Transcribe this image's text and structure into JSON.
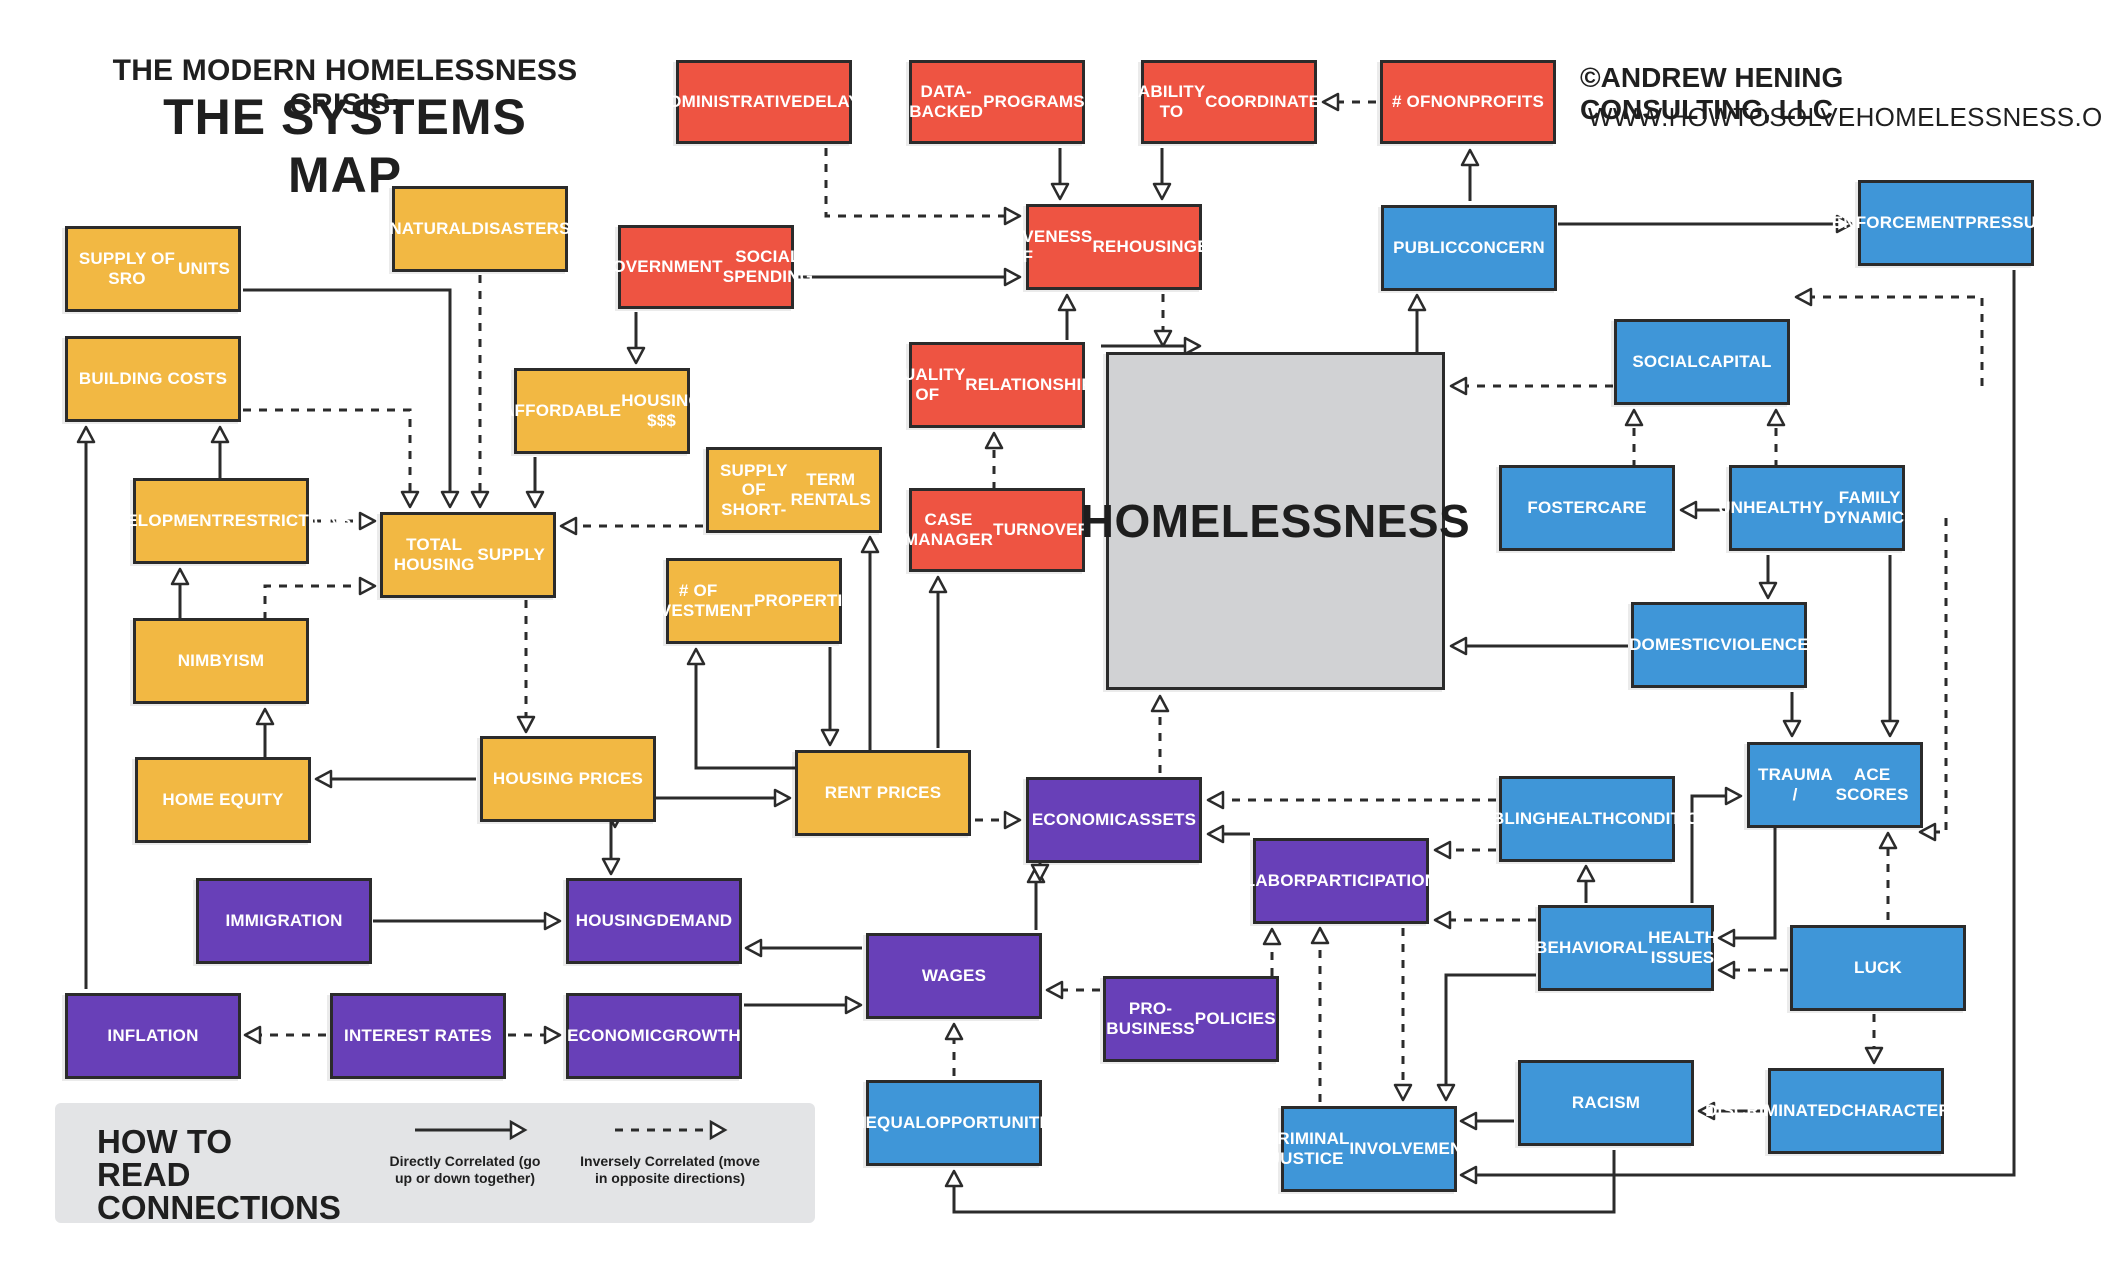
{
  "header": {
    "title_line1": "THE MODERN HOMELESSNESS CRISIS:",
    "title_line2": "THE SYSTEMS MAP",
    "copyright": "©ANDREW HENING CONSULTING, LLC",
    "website": "WWW.HOWTOSOLVEHOMELESSNESS.ORG"
  },
  "colors": {
    "red": "#ee5442",
    "yellow": "#f2b843",
    "blue": "#3f96d8",
    "purple": "#6840b8",
    "grey": "#d1d2d4",
    "ink": "#2b2b2b"
  },
  "legend": {
    "title_line1": "HOW TO READ",
    "title_line2": "CONNECTIONS",
    "direct_line1": "Directly Correlated (go",
    "direct_line2": "up or down together)",
    "inverse_line1": "Inversely Correlated (move",
    "inverse_line2": "in opposite directions)"
  },
  "nodes": {
    "admin_delays": [
      "ADMINISTRATIVE",
      "DELAYS"
    ],
    "data_backed": [
      "DATA-BACKED",
      "PROGRAMS"
    ],
    "ability_coord": [
      "ABILITY TO",
      "COORDINATE"
    ],
    "num_nonprofits": [
      "# OF",
      "NONPROFITS"
    ],
    "effectiveness": [
      "EFFECTIVENESS OF",
      "REHOUSING",
      "EFFORTS"
    ],
    "gov_spending": [
      "GOVERNMENT",
      "SOCIAL SPENDING"
    ],
    "quality_rel": [
      "QUALITY OF",
      "RELATIONSHIPS"
    ],
    "case_mgr": [
      "CASE MANAGER",
      "TURNOVER"
    ],
    "public_concern": [
      "PUBLIC",
      "CONCERN"
    ],
    "enforcement": [
      "ENFORCEMENT",
      "PRESSURE"
    ],
    "homelessness": [
      "HOMELESSNESS"
    ],
    "sro_units": [
      "SUPPLY OF SRO",
      "UNITS"
    ],
    "natural_disasters": [
      "NATURAL",
      "DISASTERS"
    ],
    "building_costs": [
      "BUILDING COSTS"
    ],
    "affordable_housing": [
      "AFFORDABLE",
      "HOUSING $$$"
    ],
    "dev_restrictions": [
      "DEVELOPMENT",
      "RESTRICTIONS"
    ],
    "total_housing": [
      "TOTAL HOUSING",
      "SUPPLY"
    ],
    "short_term": [
      "SUPPLY OF SHORT-",
      "TERM RENTALS"
    ],
    "investment_props": [
      "# OF INVESTMENT",
      "PROPERTIES"
    ],
    "nimbyism": [
      "NIMBYism"
    ],
    "home_equity": [
      "HOME EQUITY"
    ],
    "housing_prices": [
      "HOUSING PRICES"
    ],
    "rent_prices": [
      "RENT PRICES"
    ],
    "economic_assets": [
      "ECONOMIC",
      "ASSETS"
    ],
    "immigration": [
      "IMMIGRATION"
    ],
    "housing_demand": [
      "HOUSING",
      "DEMAND"
    ],
    "inflation": [
      "INFLATION"
    ],
    "interest_rates": [
      "INTEREST RATES"
    ],
    "economic_growth": [
      "ECONOMIC",
      "GROWTH"
    ],
    "wages": [
      "WAGES"
    ],
    "unequal_opps": [
      "UNEQUAL",
      "OPPORTUNITIES"
    ],
    "pro_business": [
      "PRO-BUSINESS",
      "POLICIES"
    ],
    "labor_participation": [
      "LABOR",
      "PARTICIPATION"
    ],
    "social_capital": [
      "SOCIAL",
      "CAPITAL"
    ],
    "foster_care": [
      "FOSTER",
      "CARE"
    ],
    "unhealthy_family": [
      "UNHEALTHY",
      "FAMILY DYNAMICS"
    ],
    "domestic_violence": [
      "DOMESTIC",
      "VIOLENCE"
    ],
    "trauma": [
      "TRAUMA /",
      "ACE SCORES"
    ],
    "disabling_health": [
      "DISABLING",
      "HEALTH",
      "CONDITIONS"
    ],
    "behavioral_health": [
      "BEHAVIORAL",
      "HEALTH ISSUES"
    ],
    "luck": [
      "LUCK"
    ],
    "criminal_justice": [
      "CRIMINAL JUSTICE",
      "INVOLVEMENT"
    ],
    "racism": [
      "RACISM"
    ],
    "discriminated": [
      "DISCRIMINATED",
      "CHARACTERISTICS"
    ]
  },
  "node_colors": {
    "admin_delays": "red",
    "data_backed": "red",
    "ability_coord": "red",
    "num_nonprofits": "red",
    "effectiveness": "red",
    "gov_spending": "red",
    "quality_rel": "red",
    "case_mgr": "red",
    "public_concern": "blue",
    "enforcement": "blue",
    "homelessness": "grey",
    "sro_units": "yellow",
    "natural_disasters": "yellow",
    "building_costs": "yellow",
    "affordable_housing": "yellow",
    "dev_restrictions": "yellow",
    "total_housing": "yellow",
    "short_term": "yellow",
    "investment_props": "yellow",
    "nimbyism": "yellow",
    "home_equity": "yellow",
    "housing_prices": "yellow",
    "rent_prices": "yellow",
    "economic_assets": "purple",
    "immigration": "purple",
    "housing_demand": "purple",
    "inflation": "purple",
    "interest_rates": "purple",
    "economic_growth": "purple",
    "wages": "purple",
    "unequal_opps": "blue",
    "pro_business": "purple",
    "labor_participation": "purple",
    "social_capital": "blue",
    "foster_care": "blue",
    "unhealthy_family": "blue",
    "domestic_violence": "blue",
    "trauma": "blue",
    "disabling_health": "blue",
    "behavioral_health": "blue",
    "luck": "blue",
    "criminal_justice": "blue",
    "racism": "blue",
    "discriminated": "blue"
  }
}
